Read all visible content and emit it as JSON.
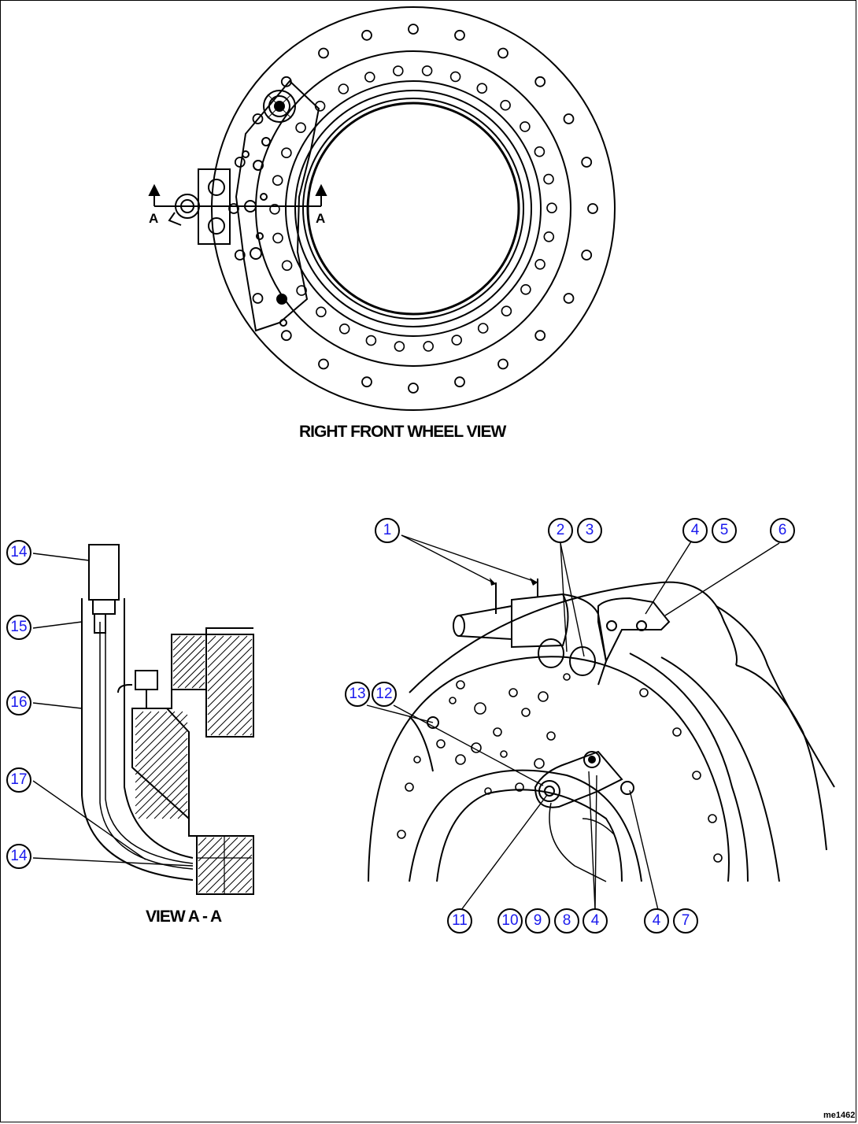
{
  "captions": {
    "top_view": "RIGHT FRONT WHEEL VIEW",
    "section_view": "VIEW A - A",
    "section_marker": "A",
    "drawing_code": "me1462"
  },
  "callouts": {
    "c1": "1",
    "c2": "2",
    "c3": "3",
    "c4a": "4",
    "c5": "5",
    "c6": "6",
    "c13": "13",
    "c12": "12",
    "c11": "11",
    "c10": "10",
    "c9": "9",
    "c8": "8",
    "c4b": "4",
    "c4c": "4",
    "c7": "7",
    "c14a": "14",
    "c15": "15",
    "c16": "16",
    "c17": "17",
    "c14b": "14"
  },
  "colors": {
    "line": "#000000",
    "callout_text": "#1a1aee",
    "background": "#ffffff"
  }
}
